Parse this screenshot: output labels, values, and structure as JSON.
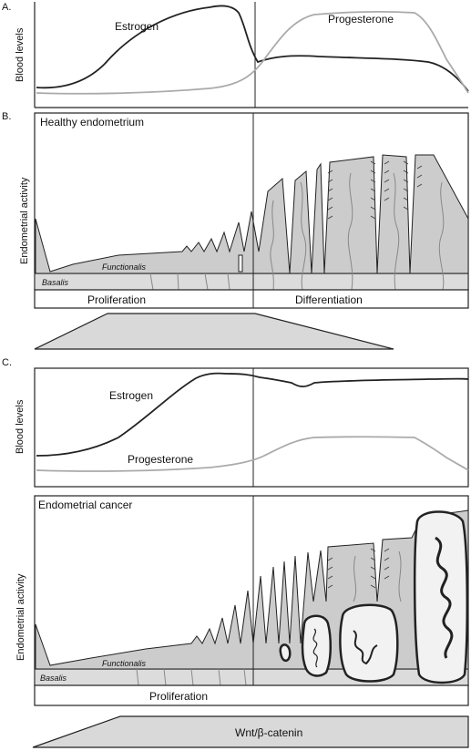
{
  "panel_a": {
    "letter": "A.",
    "ylabel": "Blood levels",
    "estrogen_label": "Estrogen",
    "progesterone_label": "Progesterone"
  },
  "panel_b": {
    "letter": "B.",
    "title": "Healthy endometrium",
    "ylabel": "Endometrial activity",
    "functionalis": "Functionalis",
    "basalis": "Basalis",
    "phase_left": "Proliferation",
    "phase_right": "Differentiation"
  },
  "panel_c": {
    "letter": "C.",
    "ylabel_top": "Blood levels",
    "estrogen_label": "Estrogen",
    "progesterone_label": "Progesterone",
    "title": "Endometrial cancer",
    "ylabel_bottom": "Endometrial activity",
    "functionalis": "Functionalis",
    "basalis": "Basalis",
    "phase": "Proliferation",
    "wedge_label": "Wnt/β-catenin"
  },
  "colors": {
    "estrogen": "#222222",
    "progesterone": "#aaaaaa",
    "tissue": "#cccccc",
    "basalis": "#dcdcdc",
    "wedge": "#d9d9d9"
  }
}
